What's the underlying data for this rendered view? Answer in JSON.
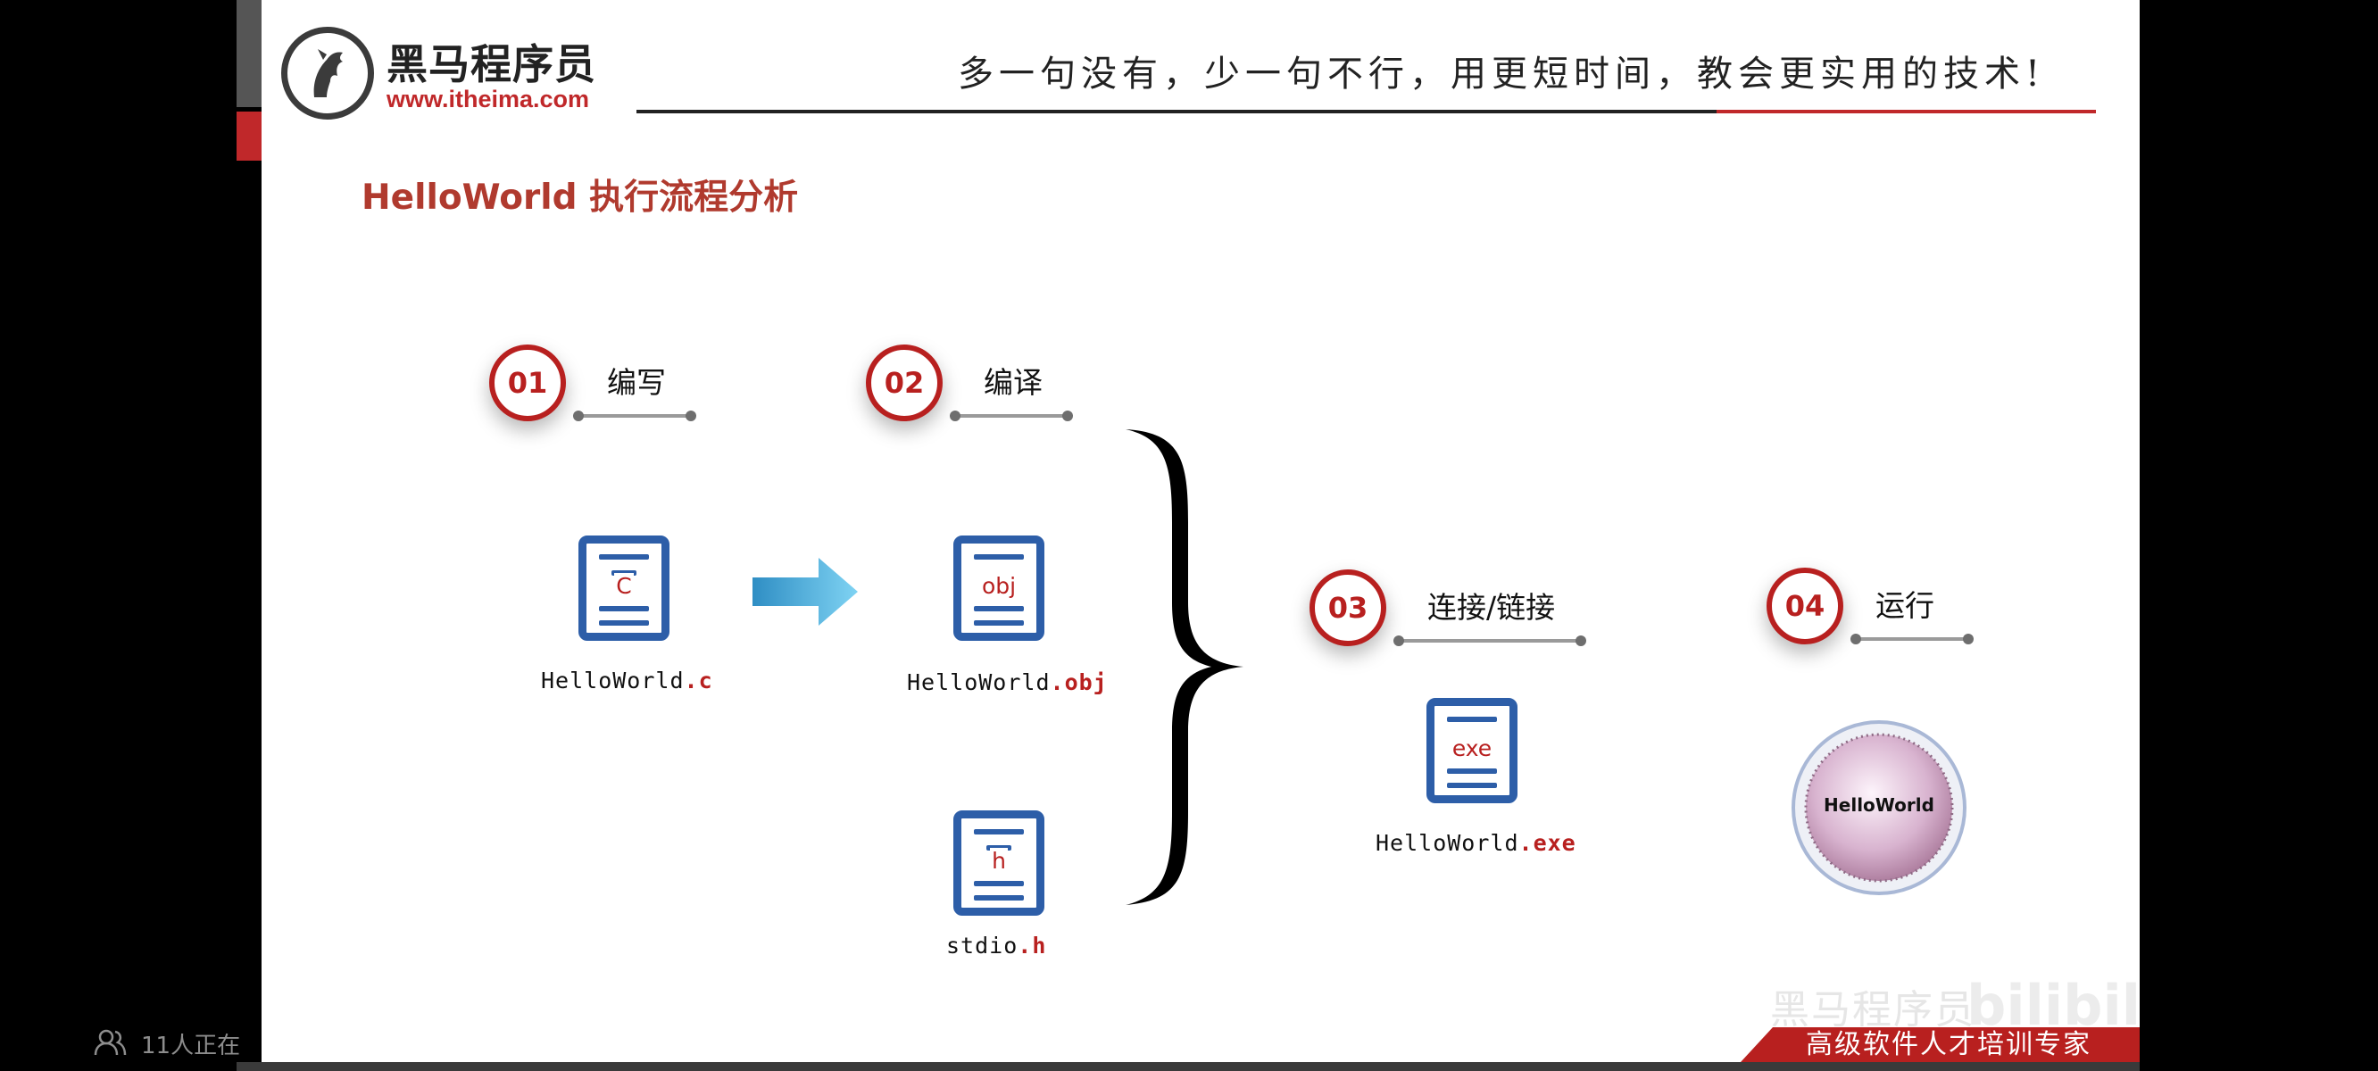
{
  "header": {
    "logo_cn": "黑马程序员",
    "logo_url": "www.itheima.com",
    "slogan": "多一句没有，少一句不行，用更短时间，教会更实用的技术!"
  },
  "slide": {
    "title": "HelloWorld 执行流程分析"
  },
  "steps": [
    {
      "number": "01",
      "label": "编写"
    },
    {
      "number": "02",
      "label": "编译"
    },
    {
      "number": "03",
      "label": "连接/链接"
    },
    {
      "number": "04",
      "label": "运行"
    }
  ],
  "files": {
    "source": {
      "icon_text": "C",
      "base": "HelloWorld",
      "ext": ".c"
    },
    "object": {
      "icon_text": "obj",
      "base": "HelloWorld",
      "ext": ".obj"
    },
    "header": {
      "icon_text": "h",
      "base": "stdio",
      "ext": ".h"
    },
    "exe": {
      "icon_text": "exe",
      "base": "HelloWorld",
      "ext": ".exe"
    }
  },
  "run_result": {
    "text": "HelloWorld"
  },
  "footer": {
    "tagline": "高级软件人才培训专家"
  },
  "watermark": {
    "cn": "黑马程序员",
    "en": "bilibili"
  },
  "viewer": {
    "count_text": "11人正在"
  },
  "colors": {
    "brand_red": "#b8201f",
    "icon_blue": "#2d5ea8",
    "title_red": "#b03a2e"
  }
}
